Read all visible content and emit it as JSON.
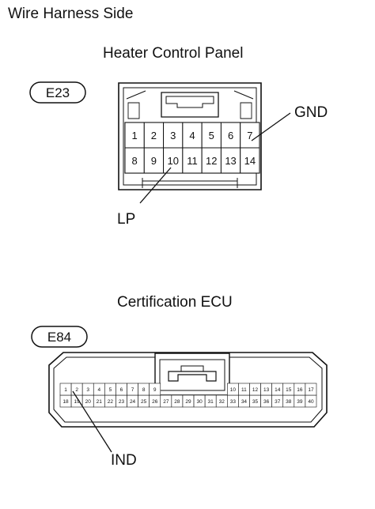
{
  "header": {
    "title": "Wire Harness Side"
  },
  "connector_e23": {
    "title": "Heater Control Panel",
    "code": "E23",
    "pins_top": [
      "1",
      "2",
      "3",
      "4",
      "5",
      "6",
      "7"
    ],
    "pins_bottom": [
      "8",
      "9",
      "10",
      "11",
      "12",
      "13",
      "14"
    ],
    "callouts": {
      "gnd": "GND",
      "lp": "LP"
    }
  },
  "connector_e84": {
    "title": "Certification ECU",
    "code": "E84",
    "pins_top_left": [
      "1",
      "2",
      "3",
      "4",
      "5",
      "6",
      "7",
      "8",
      "9"
    ],
    "pins_top_right": [
      "10",
      "11",
      "12",
      "13",
      "14",
      "15",
      "16",
      "17"
    ],
    "pins_bottom": [
      "18",
      "19",
      "20",
      "21",
      "22",
      "23",
      "24",
      "25",
      "26",
      "27",
      "28",
      "29",
      "30",
      "31",
      "32",
      "33",
      "34",
      "35",
      "36",
      "37",
      "38",
      "39",
      "40"
    ],
    "callouts": {
      "ind": "IND"
    }
  }
}
